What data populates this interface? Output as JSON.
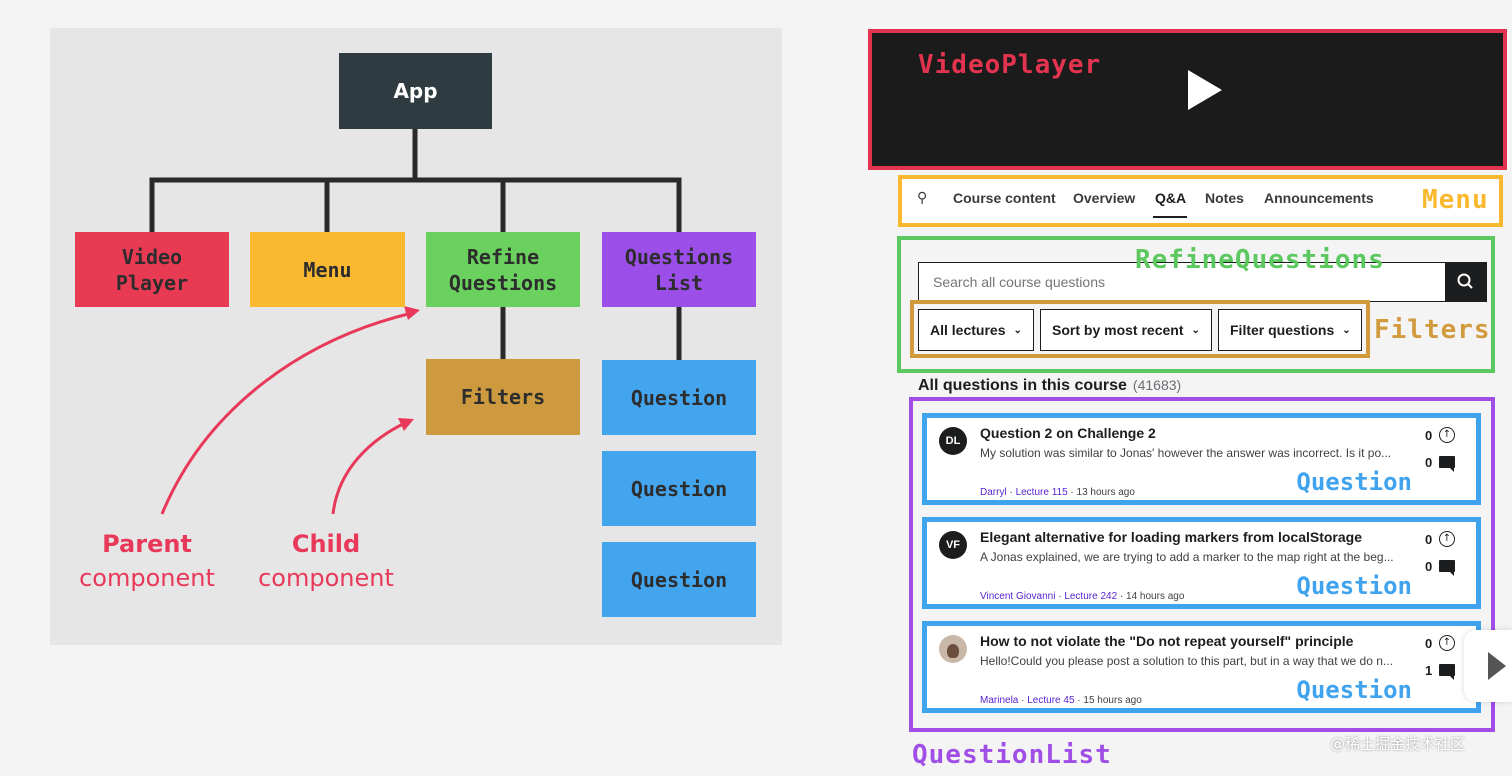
{
  "tree": {
    "root": "App",
    "children": [
      {
        "label": "Video\nPlayer",
        "color": "#e83a52"
      },
      {
        "label": "Menu",
        "color": "#fbb932"
      },
      {
        "label": "Refine\nQuestions",
        "color": "#6bd15e"
      },
      {
        "label": "Questions\nList",
        "color": "#9b4ee8"
      }
    ],
    "filters": "Filters",
    "filters_color": "#cd9a40",
    "question_node": "Question",
    "question_color": "#44a5ef",
    "root_color": "#2e3b40"
  },
  "annotations": {
    "parent_1": "Parent",
    "parent_2": "component",
    "child_1": "Child",
    "child_2": "component"
  },
  "mockup": {
    "video_label": "VideoPlayer",
    "menu_label": "Menu",
    "refine_label": "RefineQuestions",
    "filters_label": "Filters",
    "question_list_label": "QuestionList",
    "menu_items": [
      "Course content",
      "Overview",
      "Q&A",
      "Notes",
      "Announcements"
    ],
    "active_menu_item": "Q&A",
    "search_placeholder": "Search all course questions",
    "dropdowns": [
      "All lectures",
      "Sort by most recent",
      "Filter questions"
    ],
    "all_questions_title": "All questions in this course",
    "all_questions_count": "(41683)",
    "questions": [
      {
        "initials": "DL",
        "title": "Question 2 on Challenge 2",
        "body": "My solution was similar to Jonas' however the answer was incorrect. Is it po...",
        "author": "Darryl",
        "lecture": "Lecture 115",
        "time": "13 hours ago",
        "upvotes": "0",
        "replies": "0",
        "label": "Question"
      },
      {
        "initials": "VF",
        "title": "Elegant alternative for loading markers from localStorage",
        "body": "A Jonas explained, we are trying to add a marker to the map right at the beg...",
        "author": "Vincent Giovanni",
        "lecture": "Lecture 242",
        "time": "14 hours ago",
        "upvotes": "0",
        "replies": "0",
        "label": "Question"
      },
      {
        "initials": "",
        "title": "How to not violate the \"Do not repeat yourself\" principle",
        "body": "Hello!Could you please post a solution to this part, but in a way that we do n...",
        "author": "Marinela",
        "lecture": "Lecture 45",
        "time": "15 hours ago",
        "upvotes": "0",
        "replies": "1",
        "label": "Question"
      }
    ],
    "colors": {
      "video_border": "#e3344f",
      "menu_border": "#f9b82e",
      "refine_border": "#5cc85f",
      "filters_border": "#d19a3c",
      "question_list_border": "#a04ee6",
      "question_border": "#3fa3ee"
    }
  },
  "watermark": "@稀土掘金技术社区"
}
